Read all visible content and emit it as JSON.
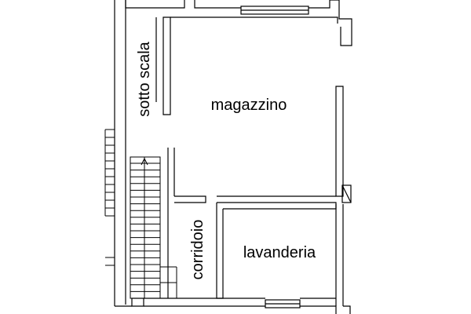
{
  "rooms": {
    "sotto_scala": "sotto scala",
    "magazzino": "magazzino",
    "corridoio": "corridoio",
    "lavanderia": "lavanderia"
  },
  "colors": {
    "line": "#000000",
    "background": "#ffffff"
  }
}
